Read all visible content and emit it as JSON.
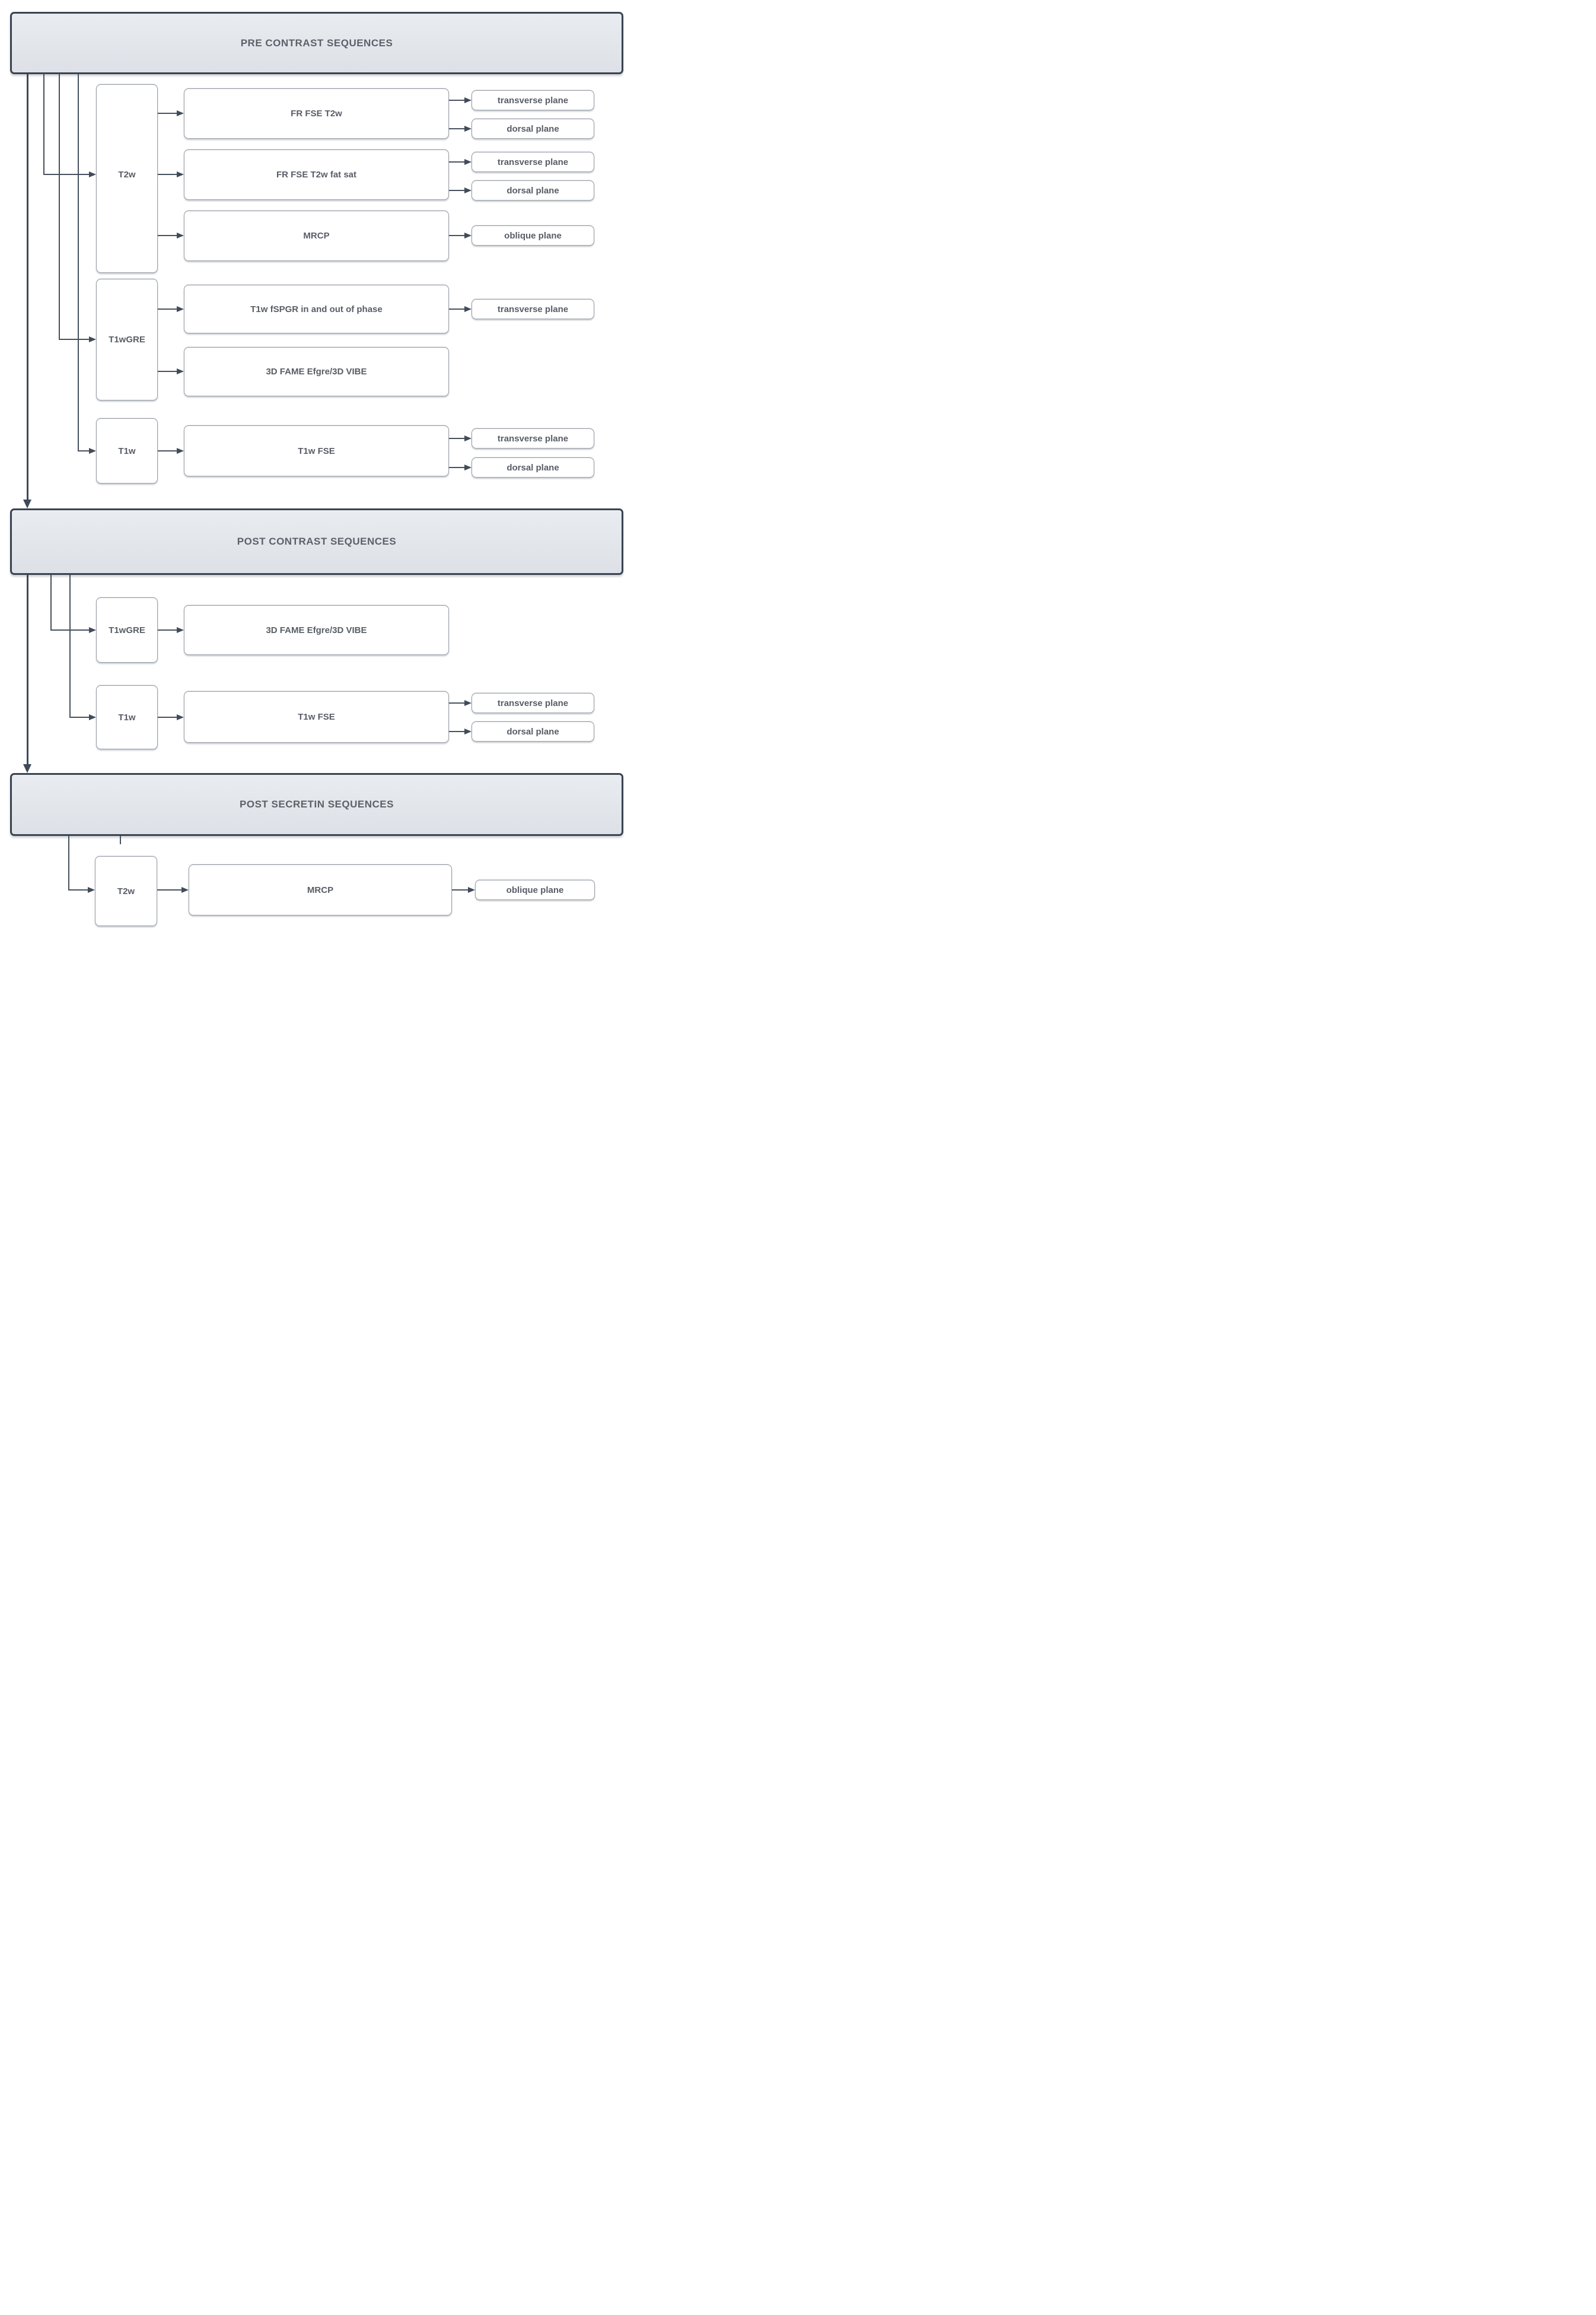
{
  "colors": {
    "header_fill": "#e3e6eb",
    "header_border": "#3a4350",
    "node_border": "#9aa0a8",
    "connector_line": "#47515f",
    "text": "#585d66"
  },
  "sections": [
    {
      "header": "PRE CONTRAST SEQUENCES",
      "groups": [
        {
          "label": "T2w",
          "rows": [
            {
              "label": "FR FSE T2w",
              "planes": [
                "transverse plane",
                "dorsal plane"
              ]
            },
            {
              "label": "FR FSE T2w fat sat",
              "planes": [
                "transverse plane",
                "dorsal plane"
              ]
            },
            {
              "label": "MRCP",
              "planes": [
                "oblique plane"
              ]
            }
          ]
        },
        {
          "label": "T1wGRE",
          "rows": [
            {
              "label": "T1w fSPGR in and out of phase",
              "planes": [
                "transverse plane"
              ]
            },
            {
              "label": "3D FAME Efgre/3D VIBE",
              "planes": []
            }
          ]
        },
        {
          "label": "T1w",
          "rows": [
            {
              "label": "T1w FSE",
              "planes": [
                "transverse plane",
                "dorsal plane"
              ]
            }
          ]
        }
      ]
    },
    {
      "header": "POST CONTRAST SEQUENCES",
      "groups": [
        {
          "label": "T1wGRE",
          "rows": [
            {
              "label": "3D FAME Efgre/3D VIBE",
              "planes": []
            }
          ]
        },
        {
          "label": "T1w",
          "rows": [
            {
              "label": "T1w FSE",
              "planes": [
                "transverse plane",
                "dorsal plane"
              ]
            }
          ]
        }
      ]
    },
    {
      "header": "POST SECRETIN SEQUENCES",
      "groups": [
        {
          "label": "T2w",
          "rows": [
            {
              "label": "MRCP",
              "planes": [
                "oblique plane"
              ]
            }
          ]
        }
      ]
    }
  ]
}
